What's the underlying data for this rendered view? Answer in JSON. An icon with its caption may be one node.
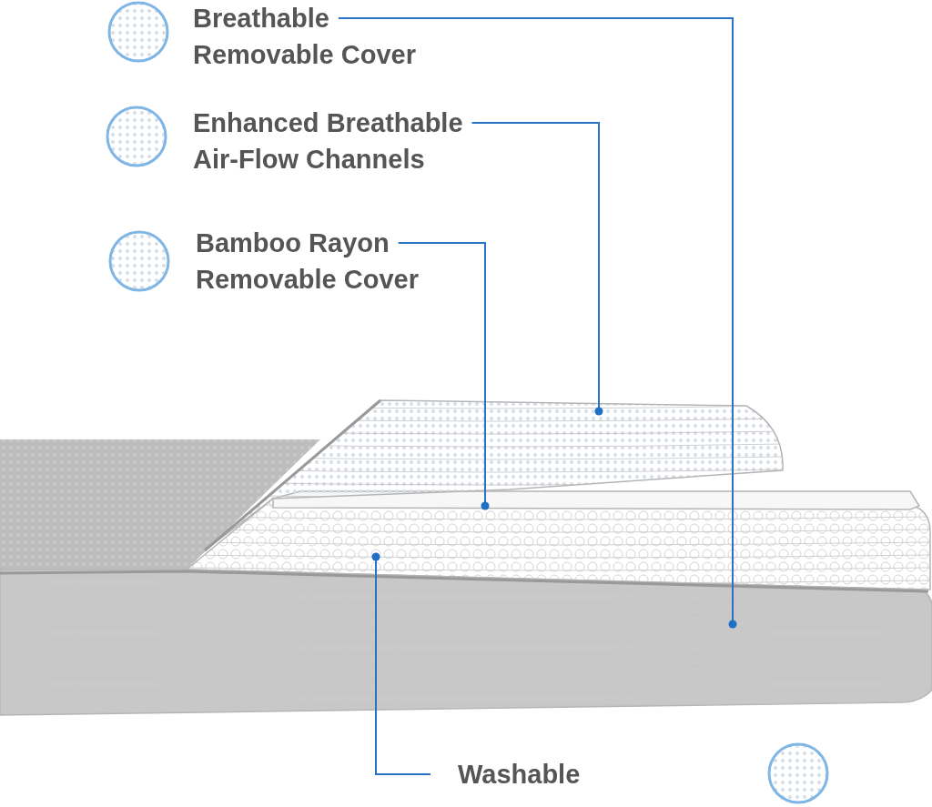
{
  "diagram": {
    "nodes": [
      {
        "text": [
          "Breathable Removable Cover"
        ]
      },
      {
        "text": [
          "Enhanced Breathable Air-Flow Channels"
        ]
      },
      {
        "text": [
          "Bamboo Rayon Removable Cover"
        ]
      },
      {
        "text": [
          "Washable"
        ]
      },
      {
        "text": [],
        "shape": "picture"
      },
      {
        "text": [],
        "shape": "picture"
      },
      {
        "text": [],
        "shape": "bar"
      },
      {
        "text": [],
        "shape": "picture"
      }
    ],
    "edges": [
      {
        "from": 0,
        "to": 4,
        "arrow": "other"
      },
      {
        "from": 1,
        "to": 5,
        "arrow": "other"
      },
      {
        "from": 2,
        "to": 6,
        "arrow": "other"
      },
      {
        "from": 3,
        "to": 7,
        "arrow": "other"
      }
    ]
  }
}
